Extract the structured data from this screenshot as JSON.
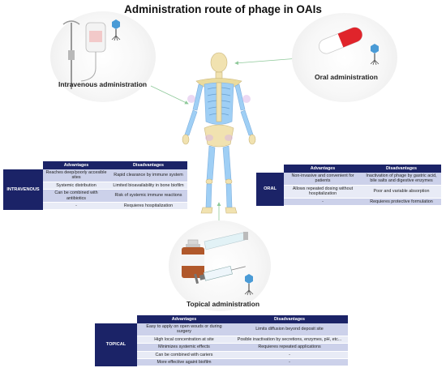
{
  "title": "Administration route of phage in OAIs",
  "routes": {
    "intravenous": {
      "circle_label": "Intravenous administration",
      "table_route": "INTRAVENOUS",
      "headers": [
        "Advantages",
        "Disadvantages"
      ],
      "rows": [
        [
          "Reaches deep/poorly accesible sites",
          "Rapid clearance by immune system"
        ],
        [
          "Systemic distribution",
          "Limited bioavailability in bone biofilm"
        ],
        [
          "Can be combined with antibiotics",
          "Risk of systemic immune reactions"
        ],
        [
          "-",
          "Requieres hospitalization"
        ]
      ]
    },
    "oral": {
      "circle_label": "Oral administration",
      "table_route": "ORAL",
      "headers": [
        "Advantages",
        "Disadvantages"
      ],
      "rows": [
        [
          "Non-invasive and convenient for patients",
          "Inactivation of phage by gastric acid, bile salts and digestive enzymes"
        ],
        [
          "Allows repeated dosing without hospitalization",
          "Poor and variable absorption"
        ],
        [
          "-",
          "Requieres protective formulation"
        ]
      ]
    },
    "topical": {
      "circle_label": "Topical administration",
      "table_route": "TOPICAL",
      "headers": [
        "Advantages",
        "Disadvantages"
      ],
      "rows": [
        [
          "Easy to apply on open wouds or during surgery",
          "Limits diffusion beyond deposit site"
        ],
        [
          "High local concentration at site",
          "Posible inactivation by secretions, enzymes, pH, etc..."
        ],
        [
          "Minimizes systemic effects",
          "Requieres repeated applications"
        ],
        [
          "Can be combined with cariers",
          "-"
        ],
        [
          "More effective againt biofilm",
          "-"
        ]
      ]
    }
  },
  "colors": {
    "header": "#1b2367",
    "row_dark": "#ccd1ea",
    "row_light": "#e8ebf6",
    "arrow": "#8fc99a"
  },
  "icons": [
    "iv-drip-icon",
    "capsule-icon",
    "phage-icon",
    "ointment-tube-icon",
    "vial-icon",
    "syringe-icon",
    "skeleton-icon"
  ]
}
